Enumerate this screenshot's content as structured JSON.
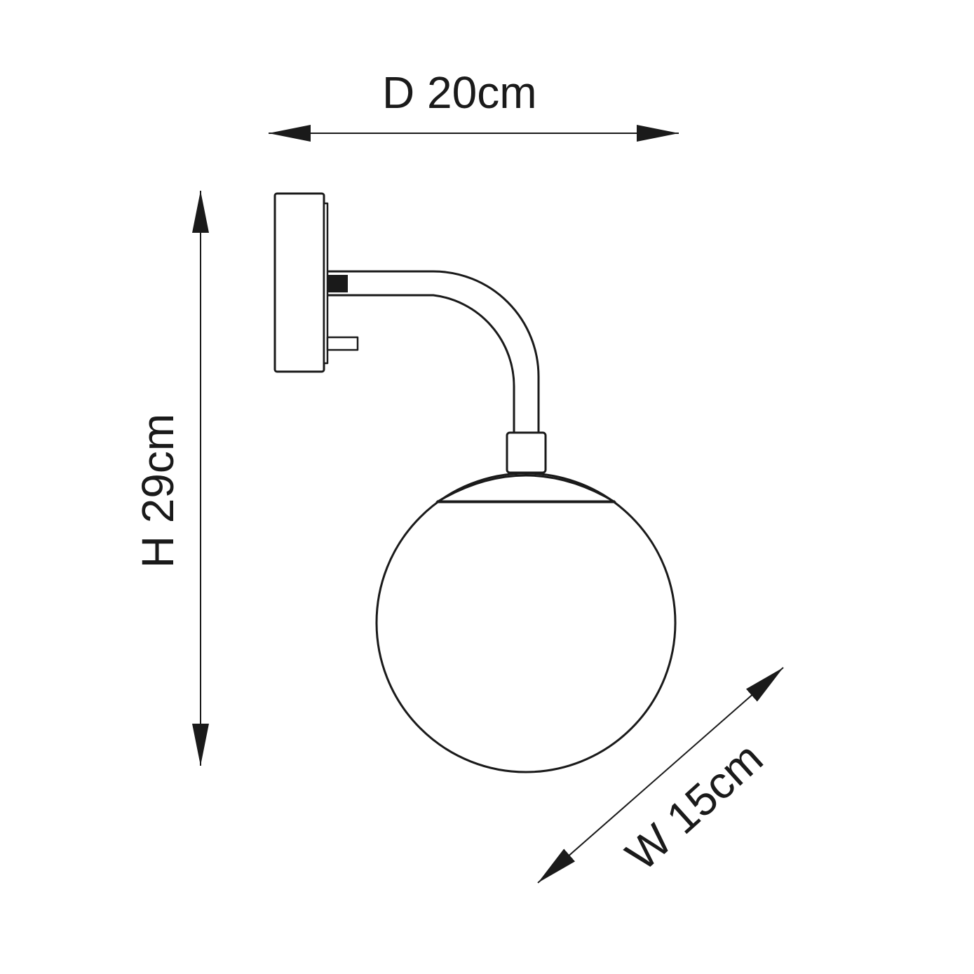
{
  "diagram": {
    "subject": "wall light with globe shade, side elevation",
    "line_color": "#1a1a1a",
    "background": "#ffffff",
    "dimensions": {
      "depth": {
        "letter": "D",
        "value": 20,
        "unit": "cm",
        "label": "D 20cm"
      },
      "height": {
        "letter": "H",
        "value": 29,
        "unit": "cm",
        "label": "H 29cm"
      },
      "width": {
        "letter": "W",
        "value": 15,
        "unit": "cm",
        "label": "W 15cm"
      }
    },
    "parts": [
      "wall-backplate",
      "mounting-plate",
      "arm-connector-block",
      "switch-tab",
      "curved-arm",
      "lampholder-collar",
      "shade-cap",
      "globe-shade"
    ]
  }
}
